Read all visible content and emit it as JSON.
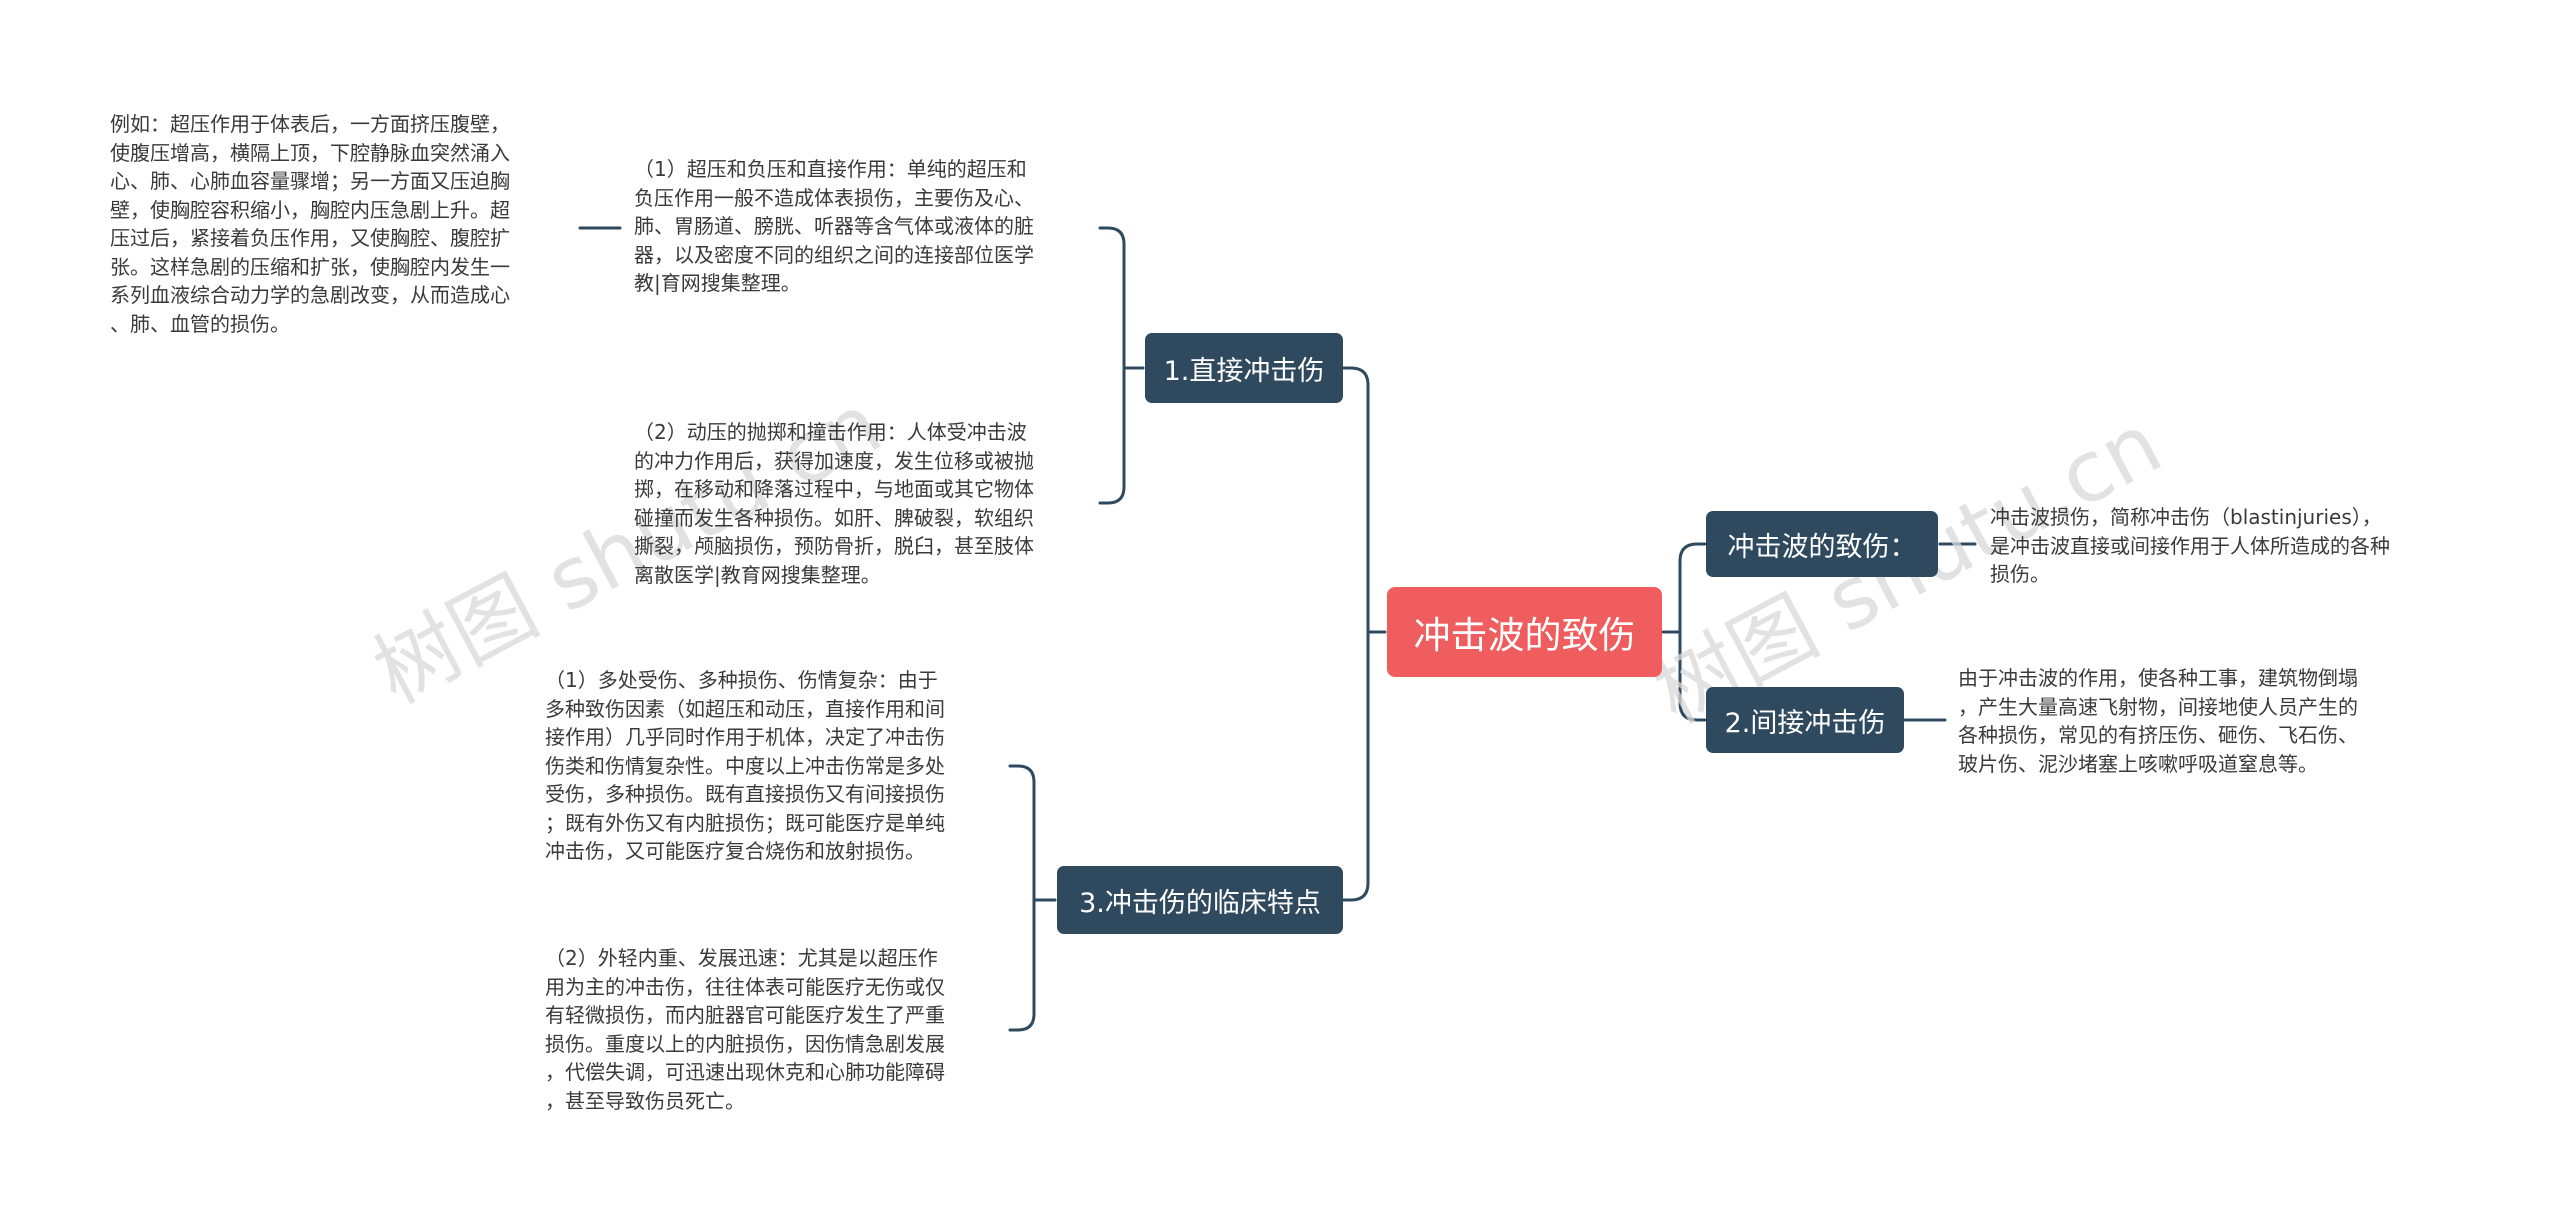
{
  "root": {
    "label": "冲击波的致伤"
  },
  "branches": {
    "direct": {
      "label": "1.直接冲击伤"
    },
    "clinical": {
      "label": "3.冲击伤的临床特点"
    },
    "cause": {
      "label": "冲击波的致伤："
    },
    "indirect": {
      "label": "2.间接冲击伤"
    }
  },
  "texts": {
    "direct_1": "（1）超压和负压和直接作用：单纯的超压和\n负压作用一般不造成体表损伤，主要伤及心、\n肺、胃肠道、膀胱、听器等含气体或液体的脏\n器，以及密度不同的组织之间的连接部位医学\n教|育网搜集整理。",
    "direct_1_example": "例如：超压作用于体表后，一方面挤压腹壁，\n使腹压增高，横隔上顶，下腔静脉血突然涌入\n心、肺、心肺血容量骤增；另一方面又压迫胸\n壁，使胸腔容积缩小，胸腔内压急剧上升。超\n压过后，紧接着负压作用，又使胸腔、腹腔扩\n张。这样急剧的压缩和扩张，使胸腔内发生一\n系列血液综合动力学的急剧改变，从而造成心\n、肺、血管的损伤。",
    "direct_2": "（2）动压的抛掷和撞击作用：人体受冲击波\n的冲力作用后，获得加速度，发生位移或被抛\n掷，在移动和降落过程中，与地面或其它物体\n碰撞而发生各种损伤。如肝、脾破裂，软组织\n撕裂，颅脑损伤，预防骨折，脱臼，甚至肢体\n离散医学|教育网搜集整理。",
    "clinical_1": "（1）多处受伤、多种损伤、伤情复杂：由于\n多种致伤因素（如超压和动压，直接作用和间\n接作用）几乎同时作用于机体，决定了冲击伤\n伤类和伤情复杂性。中度以上冲击伤常是多处\n受伤，多种损伤。既有直接损伤又有间接损伤\n；既有外伤又有内脏损伤；既可能医疗是单纯\n冲击伤，又可能医疗复合烧伤和放射损伤。",
    "clinical_2": "（2）外轻内重、发展迅速：尤其是以超压作\n用为主的冲击伤，往往体表可能医疗无伤或仅\n有轻微损伤，而内脏器官可能医疗发生了严重\n损伤。重度以上的内脏损伤，因伤情急剧发展\n，代偿失调，可迅速出现休克和心肺功能障碍\n，甚至导致伤员死亡。",
    "cause_def": "冲击波损伤，简称冲击伤（blastinjuries），\n是冲击波直接或间接作用于人体所造成的各种\n损伤。",
    "indirect_def": "由于冲击波的作用，使各种工事，建筑物倒塌\n，产生大量高速飞射物，间接地使人员产生的\n各种损伤，常见的有挤压伤、砸伤、飞石伤、\n玻片伤、泥沙堵塞上咳嗽呼吸道窒息等。"
  },
  "watermarks": [
    "树图 shutu.cn",
    "树图 shutu.cn"
  ],
  "colors": {
    "root": "#f05d5f",
    "branch": "#2f4a5f",
    "line": "#2f4a5f",
    "text": "#3a3a3a",
    "watermark": "#d9d9d9"
  }
}
